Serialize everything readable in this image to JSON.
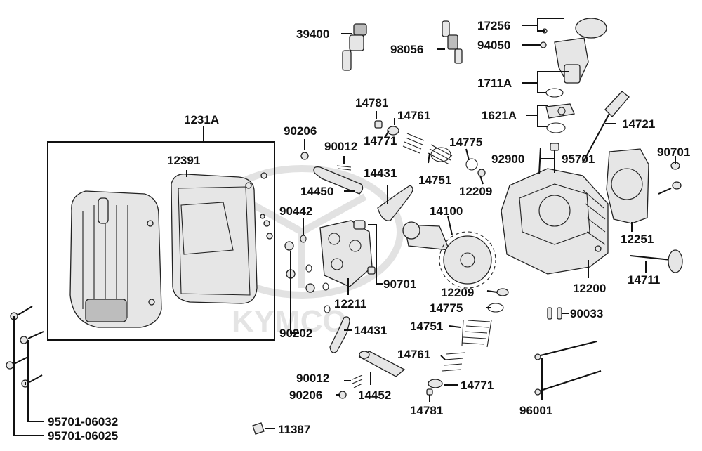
{
  "watermark": "KYMCO",
  "parts": [
    {
      "id": "p39400",
      "text": "39400"
    },
    {
      "id": "p98056",
      "text": "98056"
    },
    {
      "id": "p17256",
      "text": "17256"
    },
    {
      "id": "p94050",
      "text": "94050"
    },
    {
      "id": "p1711A",
      "text": "1711A"
    },
    {
      "id": "p1621A",
      "text": "1621A"
    },
    {
      "id": "p14721",
      "text": "14721"
    },
    {
      "id": "p14781a",
      "text": "14781"
    },
    {
      "id": "p14761a",
      "text": "14761"
    },
    {
      "id": "p90206a",
      "text": "90206"
    },
    {
      "id": "p90012a",
      "text": "90012"
    },
    {
      "id": "p14771a",
      "text": "14771"
    },
    {
      "id": "p14775a",
      "text": "14775"
    },
    {
      "id": "p14431a",
      "text": "14431"
    },
    {
      "id": "p14751a",
      "text": "14751"
    },
    {
      "id": "p92900",
      "text": "92900"
    },
    {
      "id": "p95701",
      "text": "95701"
    },
    {
      "id": "p90701a",
      "text": "90701"
    },
    {
      "id": "p1231A",
      "text": "1231A"
    },
    {
      "id": "p12391",
      "text": "12391"
    },
    {
      "id": "p14450",
      "text": "14450"
    },
    {
      "id": "p12209a",
      "text": "12209"
    },
    {
      "id": "p90442",
      "text": "90442"
    },
    {
      "id": "p14100",
      "text": "14100"
    },
    {
      "id": "p12251",
      "text": "12251"
    },
    {
      "id": "p90701b",
      "text": "90701"
    },
    {
      "id": "p14711",
      "text": "14711"
    },
    {
      "id": "p12200",
      "text": "12200"
    },
    {
      "id": "p12209b",
      "text": "12209"
    },
    {
      "id": "p12211",
      "text": "12211"
    },
    {
      "id": "p14775b",
      "text": "14775"
    },
    {
      "id": "p90033",
      "text": "90033"
    },
    {
      "id": "p90202",
      "text": "90202"
    },
    {
      "id": "p14431b",
      "text": "14431"
    },
    {
      "id": "p14751b",
      "text": "14751"
    },
    {
      "id": "p14761b",
      "text": "14761"
    },
    {
      "id": "p90012b",
      "text": "90012"
    },
    {
      "id": "p14771b",
      "text": "14771"
    },
    {
      "id": "p90206b",
      "text": "90206"
    },
    {
      "id": "p14452",
      "text": "14452"
    },
    {
      "id": "p14781b",
      "text": "14781"
    },
    {
      "id": "p96001",
      "text": "96001"
    },
    {
      "id": "p95701_06032",
      "text": "95701-06032"
    },
    {
      "id": "p95701_06025",
      "text": "95701-06025"
    },
    {
      "id": "p11387",
      "text": "11387"
    }
  ]
}
